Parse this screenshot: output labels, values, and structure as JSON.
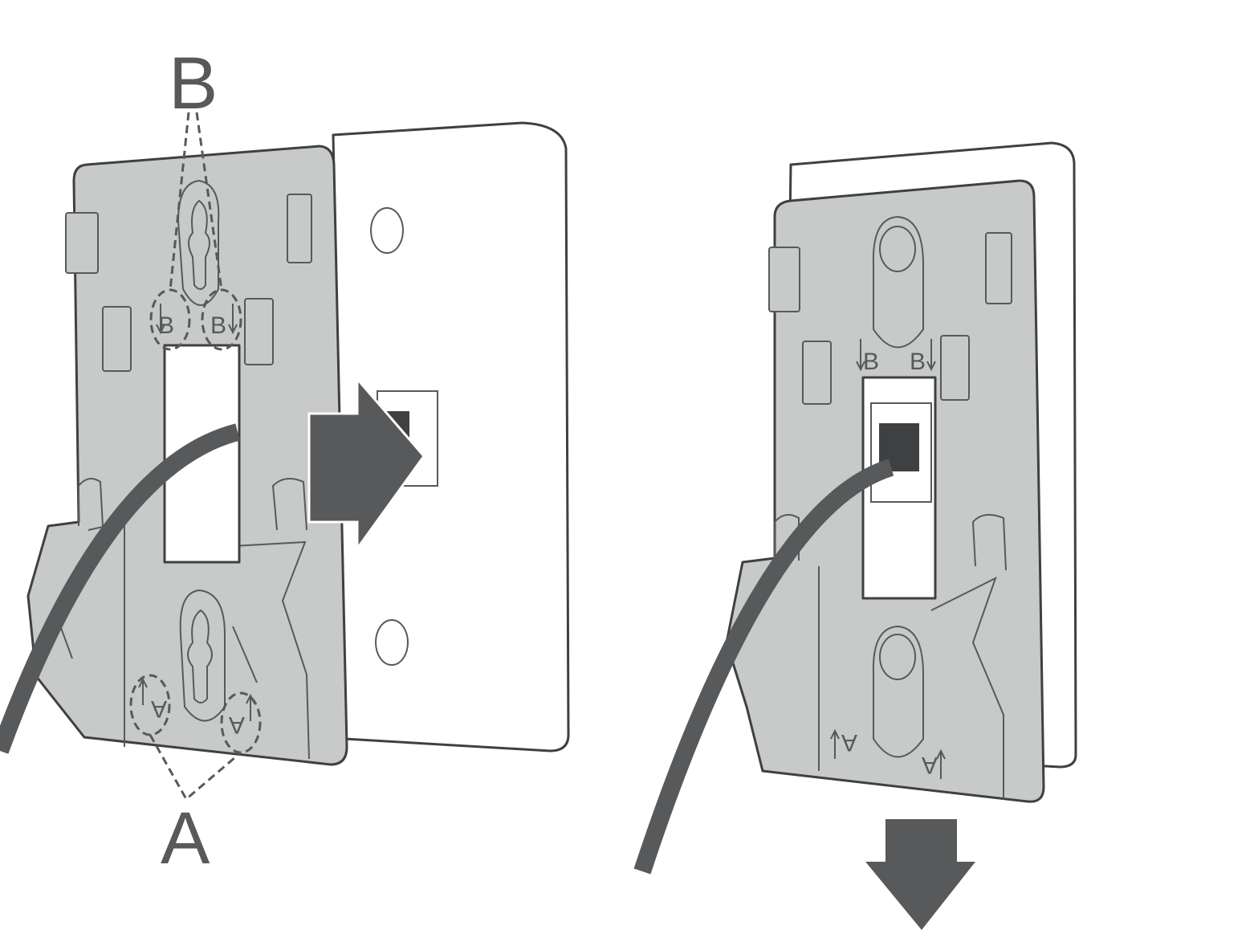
{
  "callouts": {
    "top_label": "B",
    "bottom_label": "A"
  },
  "bracket_markings": {
    "b_mark": "B",
    "a_mark": "A"
  },
  "colors": {
    "bracket": "#c8c9c9",
    "ink": "#58595b",
    "plate": "#ffffff"
  }
}
